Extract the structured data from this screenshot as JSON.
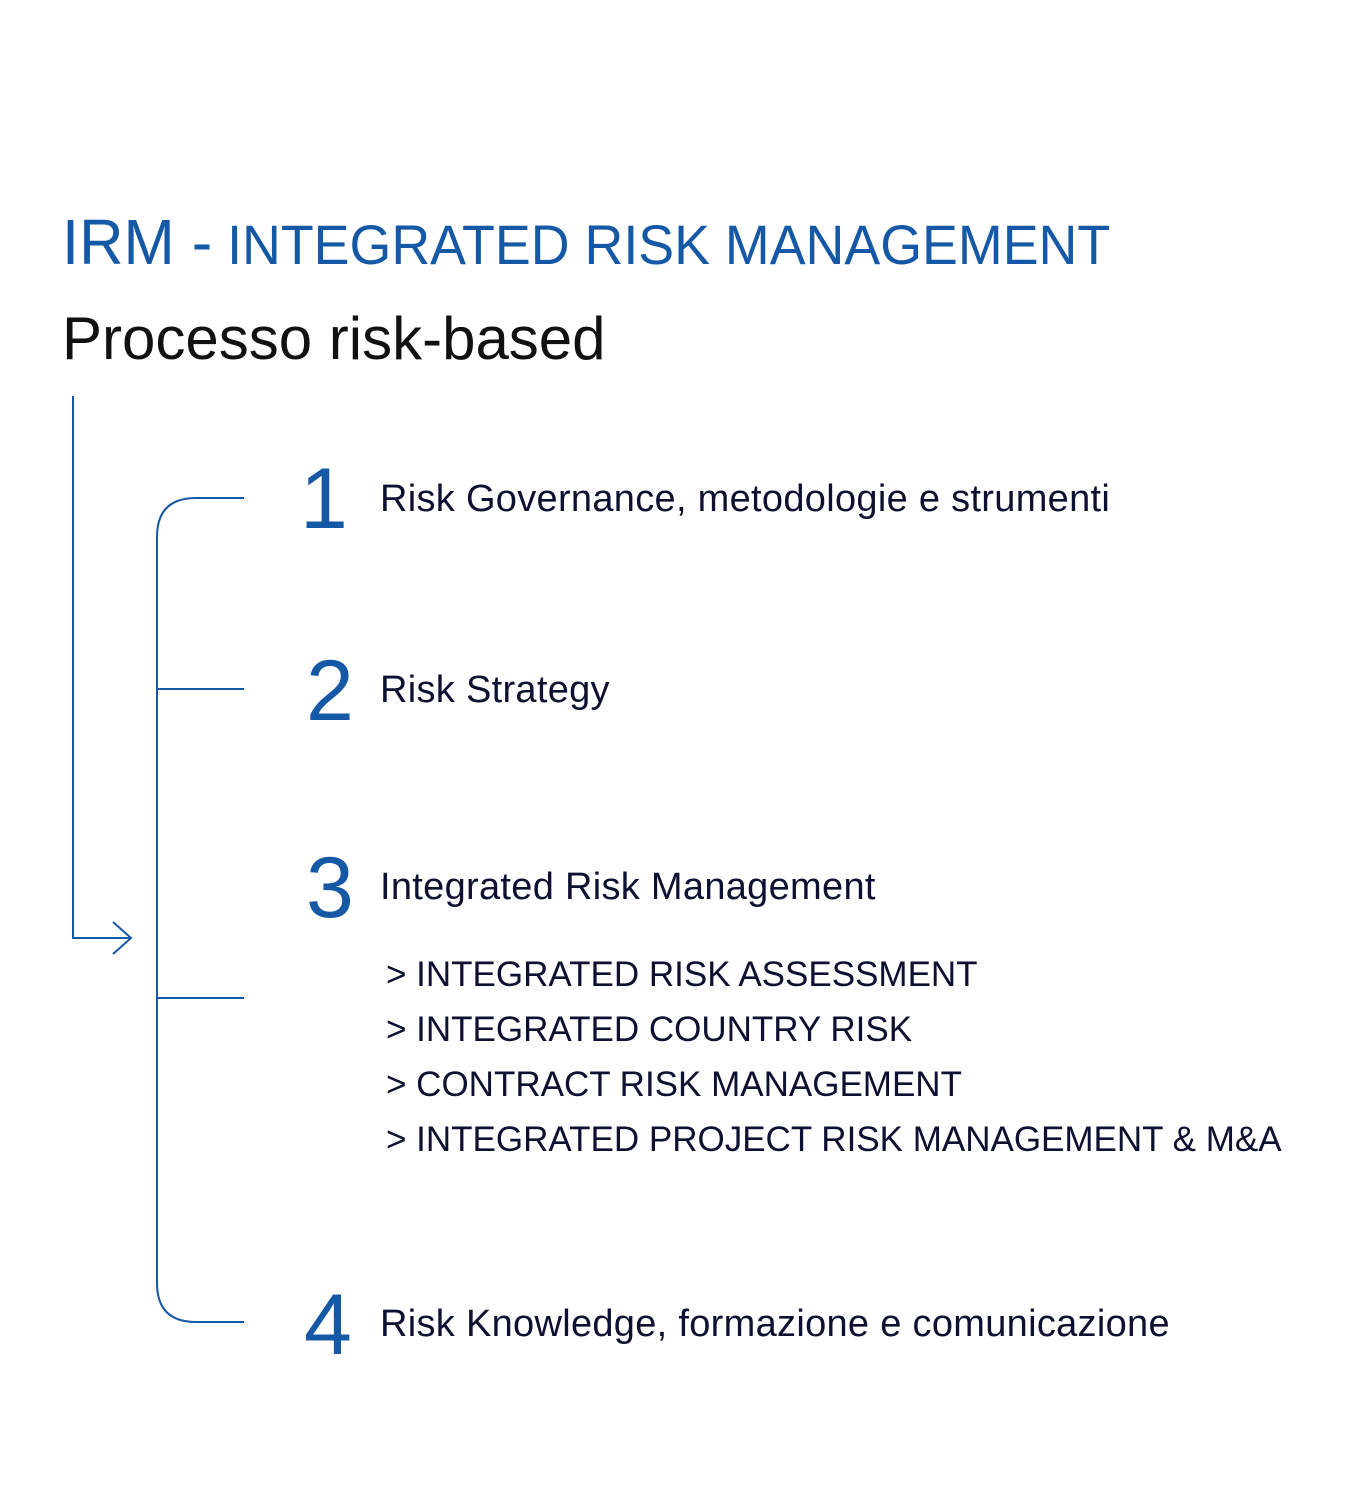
{
  "header": {
    "title_prefix": "IRM -",
    "title_rest": " INTEGRATED RISK MANAGEMENT",
    "subtitle": "Processo risk-based"
  },
  "colors": {
    "accent": "#1558a5",
    "text": "#0d1030"
  },
  "steps": [
    {
      "number": "1",
      "label": "Risk Governance, metodologie e strumenti"
    },
    {
      "number": "2",
      "label": "Risk Strategy"
    },
    {
      "number": "3",
      "label": "Integrated Risk Management",
      "subitems": [
        "> INTEGRATED RISK ASSESSMENT",
        "> INTEGRATED COUNTRY RISK",
        "> CONTRACT RISK MANAGEMENT",
        "> INTEGRATED PROJECT RISK MANAGEMENT & M&A"
      ]
    },
    {
      "number": "4",
      "label": "Risk Knowledge, formazione e comunicazione"
    }
  ]
}
